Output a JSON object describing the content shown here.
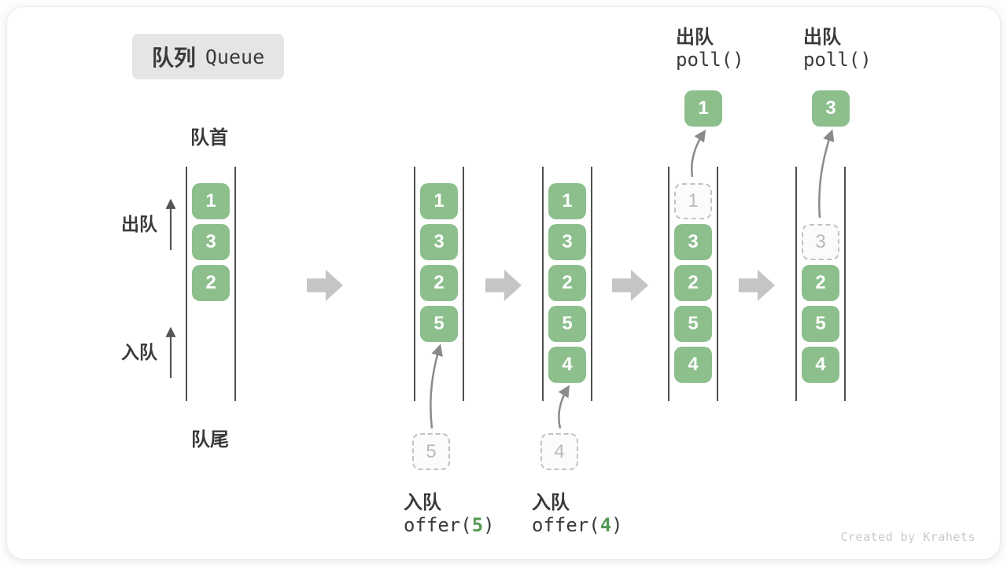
{
  "title": {
    "cn": "队列",
    "en": "Queue"
  },
  "side_labels": {
    "front": "队首",
    "rear": "队尾",
    "dequeue": "出队",
    "enqueue": "入队"
  },
  "watermark": "Created by Krahets",
  "colors": {
    "item_green": "#8cbf8c",
    "code_arg_green": "#559a55",
    "wall_gray": "#4f4f4f",
    "transition_arrow_gray": "#c5c5c5",
    "flow_arrow_gray": "#8a8a8a",
    "dashed_gray": "#c2c2c2"
  },
  "diagram": {
    "type": "queue-operation-states",
    "states": [
      {
        "name": "initial",
        "items": [
          {
            "slot": 0,
            "value": "1",
            "dashed": false
          },
          {
            "slot": 1,
            "value": "3",
            "dashed": false
          },
          {
            "slot": 2,
            "value": "2",
            "dashed": false
          }
        ]
      },
      {
        "name": "after-offer-5",
        "items": [
          {
            "slot": 0,
            "value": "1",
            "dashed": false
          },
          {
            "slot": 1,
            "value": "3",
            "dashed": false
          },
          {
            "slot": 2,
            "value": "2",
            "dashed": false
          },
          {
            "slot": 3,
            "value": "5",
            "dashed": false
          }
        ],
        "enqueue": {
          "incoming_value": "5",
          "label": "入队",
          "code_prefix": "offer(",
          "code_arg": "5",
          "code_suffix": ")"
        }
      },
      {
        "name": "after-offer-4",
        "items": [
          {
            "slot": 0,
            "value": "1",
            "dashed": false
          },
          {
            "slot": 1,
            "value": "3",
            "dashed": false
          },
          {
            "slot": 2,
            "value": "2",
            "dashed": false
          },
          {
            "slot": 3,
            "value": "5",
            "dashed": false
          },
          {
            "slot": 4,
            "value": "4",
            "dashed": false
          }
        ],
        "enqueue": {
          "incoming_value": "4",
          "label": "入队",
          "code_prefix": "offer(",
          "code_arg": "4",
          "code_suffix": ")"
        }
      },
      {
        "name": "after-poll-1",
        "items": [
          {
            "slot": 0,
            "value": "1",
            "dashed": true
          },
          {
            "slot": 1,
            "value": "3",
            "dashed": false
          },
          {
            "slot": 2,
            "value": "2",
            "dashed": false
          },
          {
            "slot": 3,
            "value": "5",
            "dashed": false
          },
          {
            "slot": 4,
            "value": "4",
            "dashed": false
          }
        ],
        "dequeue": {
          "polled_value": "1",
          "label": "出队",
          "code": "poll()"
        }
      },
      {
        "name": "after-poll-3",
        "items": [
          {
            "slot": 1,
            "value": "3",
            "dashed": true
          },
          {
            "slot": 2,
            "value": "2",
            "dashed": false
          },
          {
            "slot": 3,
            "value": "5",
            "dashed": false
          },
          {
            "slot": 4,
            "value": "4",
            "dashed": false
          }
        ],
        "dequeue": {
          "polled_value": "3",
          "label": "出队",
          "code": "poll()"
        }
      }
    ]
  }
}
